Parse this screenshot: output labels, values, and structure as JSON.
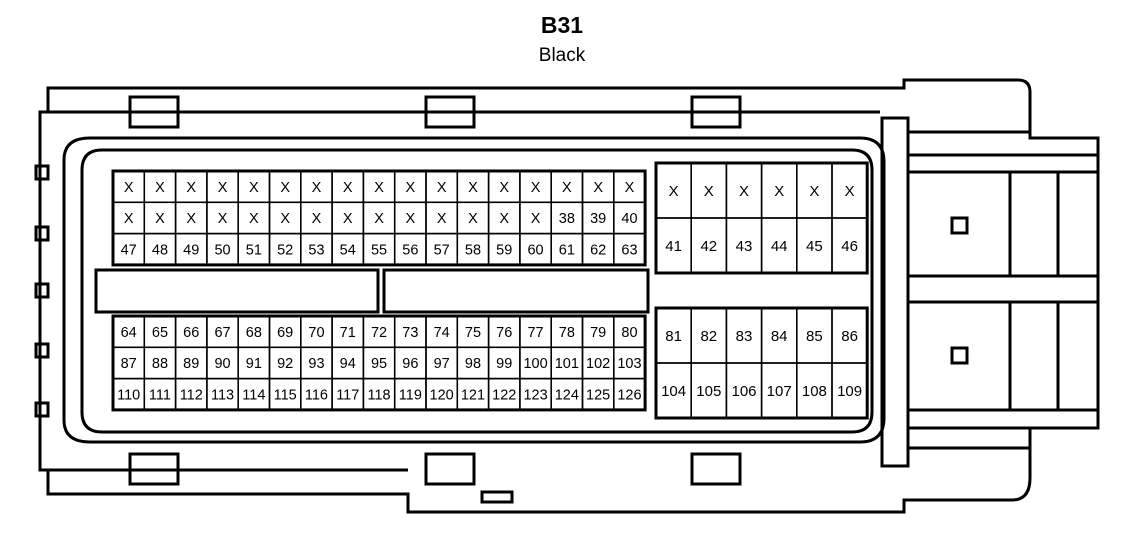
{
  "connector": {
    "id": "B31",
    "color": "Black"
  },
  "cavities": {
    "left_upper": [
      [
        "X",
        "X",
        "X",
        "X",
        "X",
        "X",
        "X",
        "X",
        "X",
        "X",
        "X",
        "X",
        "X",
        "X",
        "X",
        "X",
        "X"
      ],
      [
        "X",
        "X",
        "X",
        "X",
        "X",
        "X",
        "X",
        "X",
        "X",
        "X",
        "X",
        "X",
        "X",
        "X",
        "38",
        "39",
        "40"
      ],
      [
        "47",
        "48",
        "49",
        "50",
        "51",
        "52",
        "53",
        "54",
        "55",
        "56",
        "57",
        "58",
        "59",
        "60",
        "61",
        "62",
        "63"
      ]
    ],
    "left_lower": [
      [
        "64",
        "65",
        "66",
        "67",
        "68",
        "69",
        "70",
        "71",
        "72",
        "73",
        "74",
        "75",
        "76",
        "77",
        "78",
        "79",
        "80"
      ],
      [
        "87",
        "88",
        "89",
        "90",
        "91",
        "92",
        "93",
        "94",
        "95",
        "96",
        "97",
        "98",
        "99",
        "100",
        "101",
        "102",
        "103"
      ],
      [
        "110",
        "111",
        "112",
        "113",
        "114",
        "115",
        "116",
        "117",
        "118",
        "119",
        "120",
        "121",
        "122",
        "123",
        "124",
        "125",
        "126"
      ]
    ],
    "right_upper": [
      [
        "X",
        "X",
        "X",
        "X",
        "X",
        "X"
      ],
      [
        "41",
        "42",
        "43",
        "44",
        "45",
        "46"
      ]
    ],
    "right_lower": [
      [
        "81",
        "82",
        "83",
        "84",
        "85",
        "86"
      ],
      [
        "104",
        "105",
        "106",
        "107",
        "108",
        "109"
      ]
    ]
  }
}
